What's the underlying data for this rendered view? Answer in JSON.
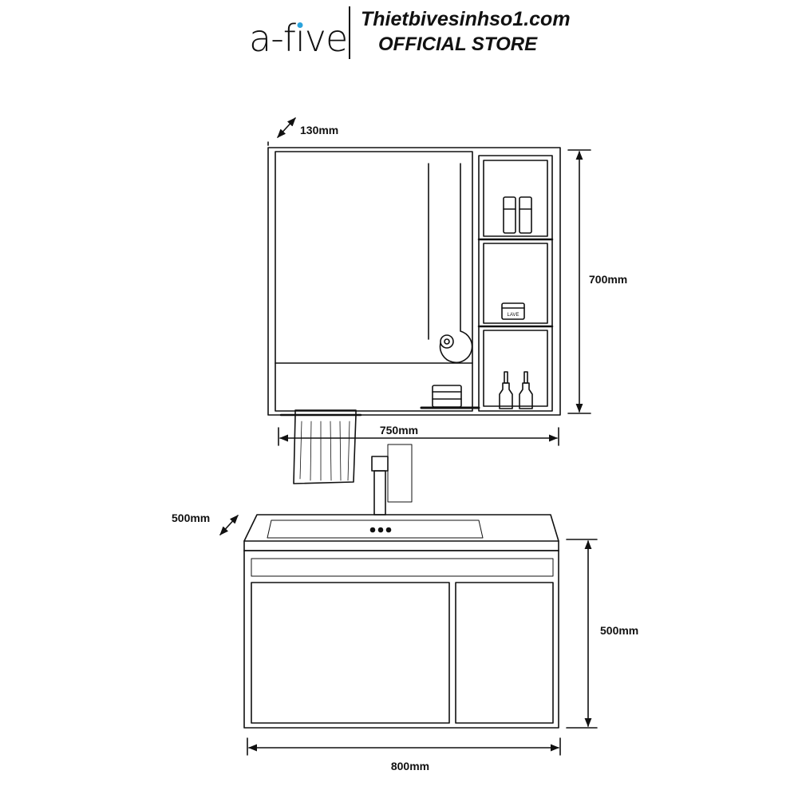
{
  "header": {
    "logo_left": "a-f",
    "logo_i": "ı",
    "logo_right": "ve",
    "store_url": "Thietbivesinhso1.com",
    "store_name": "OFFICIAL STORE"
  },
  "colors": {
    "accent": "#2aa3dc",
    "line": "#111111"
  },
  "mirror_cabinet": {
    "depth_label": "130mm",
    "height_label": "700mm",
    "width_label": "750mm",
    "jar_label": "LAVE"
  },
  "vanity": {
    "depth_label": "500mm",
    "height_label": "500mm",
    "width_label": "800mm"
  }
}
